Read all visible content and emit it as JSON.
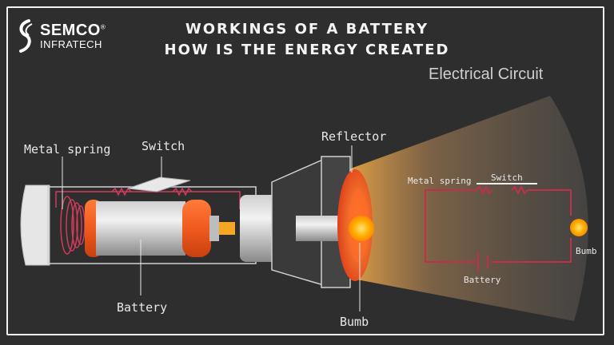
{
  "brand": {
    "name": "SEMCO",
    "reg": "®",
    "sub": "INFRATECH"
  },
  "title_line1": "WORKINGS OF A BATTERY",
  "title_line2": "HOW IS THE ENERGY CREATED",
  "subtitle": "Electrical Circuit",
  "labels": {
    "metal_spring": "Metal spring",
    "switch": "Switch",
    "reflector": "Reflector",
    "battery": "Battery",
    "bumb": "Bumb"
  },
  "circuit_labels": {
    "metal_spring": "Metal spring",
    "switch": "Switch",
    "battery": "Battery",
    "bumb": "Bumb"
  },
  "colors": {
    "background": "#2e2e2e",
    "wire": "#c0304a",
    "battery_cap": "#ef5a24",
    "bulb": "#ffb000",
    "reflector": "#e8451c"
  }
}
